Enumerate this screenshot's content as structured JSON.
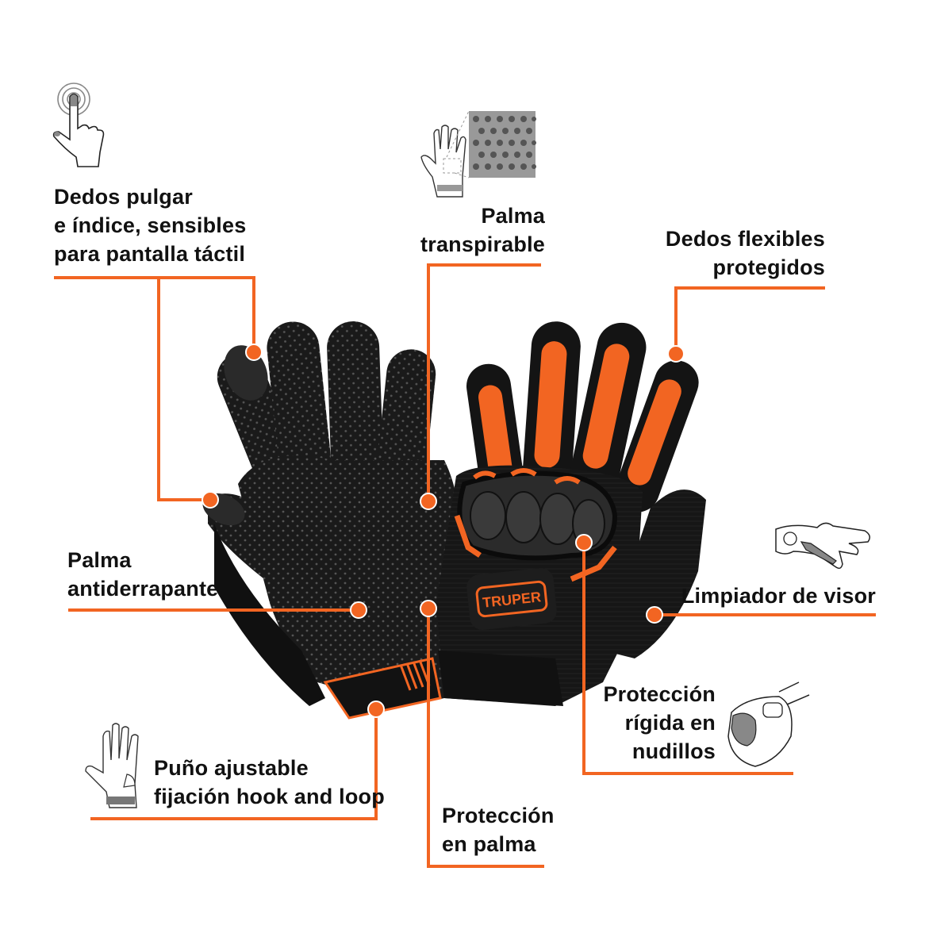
{
  "brand": {
    "name": "TRUPER",
    "accent_color": "#F26522",
    "glove_color": "#141414"
  },
  "callouts": [
    {
      "id": "touchscreen",
      "lines": [
        "Dedos pulgar",
        "e índice, sensibles",
        "para pantalla táctil"
      ],
      "icon": "touchscreen-finger-icon"
    },
    {
      "id": "breathable-palm",
      "lines": [
        "Palma",
        "transpirable"
      ],
      "icon": "perforated-palm-icon"
    },
    {
      "id": "flexible-fingers",
      "lines": [
        "Dedos flexibles",
        "protegidos"
      ]
    },
    {
      "id": "anti-slip-palm",
      "lines": [
        "Palma",
        "antiderrapante"
      ]
    },
    {
      "id": "visor-wiper",
      "lines": [
        "Limpiador de visor"
      ],
      "icon": "visor-wiper-glove-icon"
    },
    {
      "id": "knuckle-protection",
      "lines": [
        "Protección",
        "rígida en",
        "nudillos"
      ],
      "icon": "knuckle-fist-icon"
    },
    {
      "id": "adjustable-cuff",
      "lines": [
        "Puño ajustable",
        "fijación hook and loop"
      ],
      "icon": "cuff-strap-glove-icon"
    },
    {
      "id": "palm-protection",
      "lines": [
        "Protección",
        "en palma"
      ]
    }
  ]
}
